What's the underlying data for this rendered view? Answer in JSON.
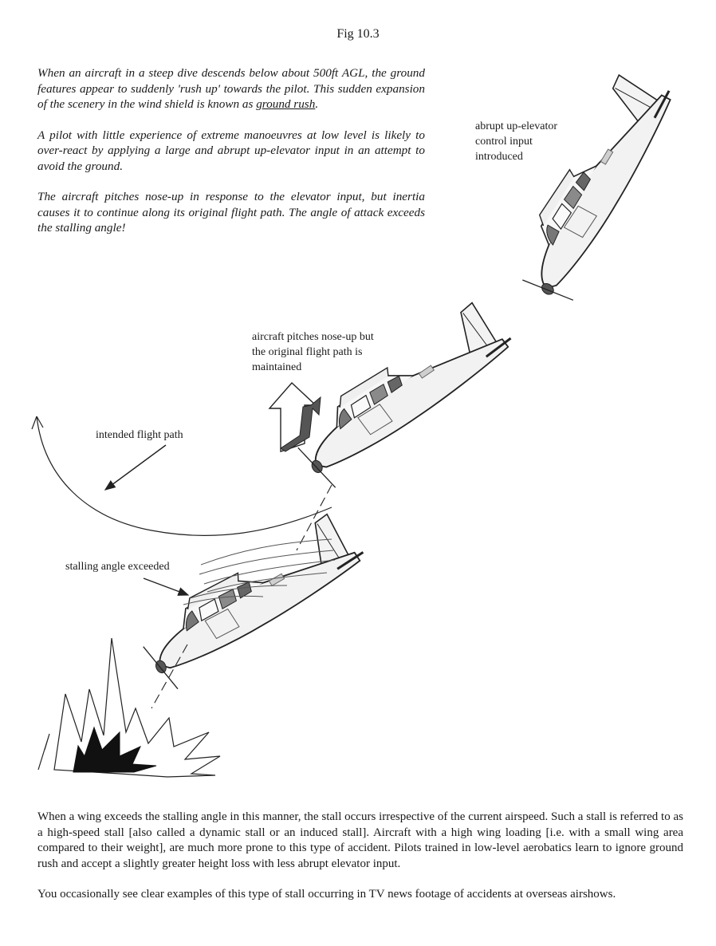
{
  "figure": {
    "title": "Fig 10.3"
  },
  "intro": {
    "p1_before": "When an aircraft in a steep dive descends below about 500ft AGL, the ground features appear to suddenly 'rush up' towards the pilot. This sudden expansion of the scenery in the wind shield is known as ",
    "p1_term": "ground rush",
    "p1_after": ".",
    "p2": "A pilot with little experience of extreme manoeuvres at low level is likely to over-react by applying a large and abrupt up-elevator input in an attempt to avoid the ground.",
    "p3": "The aircraft pitches nose-up in response to the elevator input, but inertia causes it to continue along its original flight path.  The angle of attack exceeds the stalling angle!"
  },
  "labels": {
    "abrupt_l1": "abrupt up-elevator",
    "abrupt_l2": "control input",
    "abrupt_l3": "introduced",
    "pitch_l1": "aircraft pitches nose-up but",
    "pitch_l2": "the original flight path is",
    "pitch_l3": "maintained",
    "intended": "intended flight path",
    "stalling": "stalling angle exceeded"
  },
  "body": {
    "p1": "When a wing exceeds the stalling angle in this manner, the stall occurs irrespective of the current airspeed.  Such a stall is referred to as a high-speed stall [also called a dynamic stall or an induced stall].  Aircraft with a high wing loading [i.e. with a small wing area compared to their weight], are much more prone to this type of accident.  Pilots trained in low-level aerobatics learn to ignore ground rush and accept a slightly greater height loss with less abrupt elevator input.",
    "p2": "You occasionally see clear examples of this type of stall occurring in TV news footage of accidents at overseas airshows."
  }
}
